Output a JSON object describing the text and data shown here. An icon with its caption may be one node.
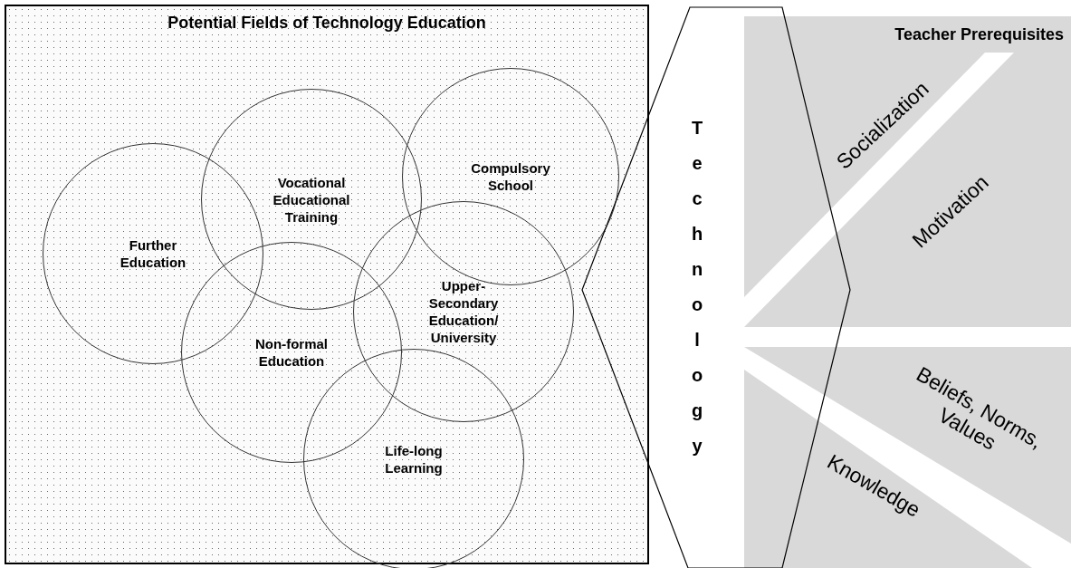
{
  "diagram": {
    "nodes": [
      {
        "text": [
          "Potential Fields of Technology Education"
        ]
      },
      {
        "text": [
          "Further Education"
        ],
        "in": 0
      },
      {
        "text": [
          "Vocational Educational Training"
        ],
        "in": 0
      },
      {
        "text": [
          "Compulsory School"
        ],
        "in": 0
      },
      {
        "text": [
          "Upper-Secondary Education/ University"
        ],
        "in": 0
      },
      {
        "text": [
          "Non-formal Education"
        ],
        "in": 0
      },
      {
        "text": [
          "Life-long Learning"
        ],
        "in": 0
      },
      {
        "text": [
          "Technology"
        ]
      },
      {
        "text": [
          "Teacher Prerequisites"
        ]
      },
      {
        "text": [
          "Socialization"
        ]
      },
      {
        "text": [
          "Motivation"
        ]
      },
      {
        "text": [
          "Beliefs, Norms, Values"
        ]
      },
      {
        "text": [
          "Knowledge"
        ]
      }
    ],
    "edges": []
  }
}
